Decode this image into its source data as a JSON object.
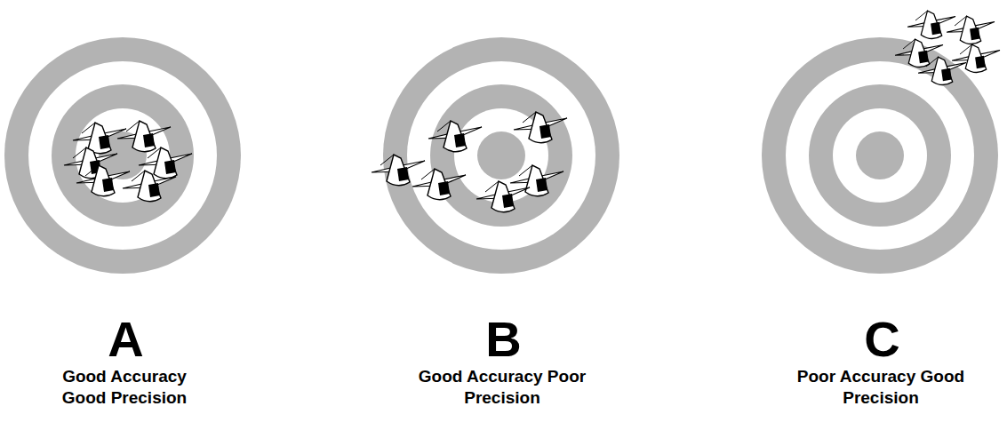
{
  "diagram": {
    "labels": [
      "A",
      "Good Accuracy Good Precision",
      "B",
      "Good Accuracy Poor Precision",
      "C",
      "Poor Accuracy Good Precision"
    ]
  }
}
